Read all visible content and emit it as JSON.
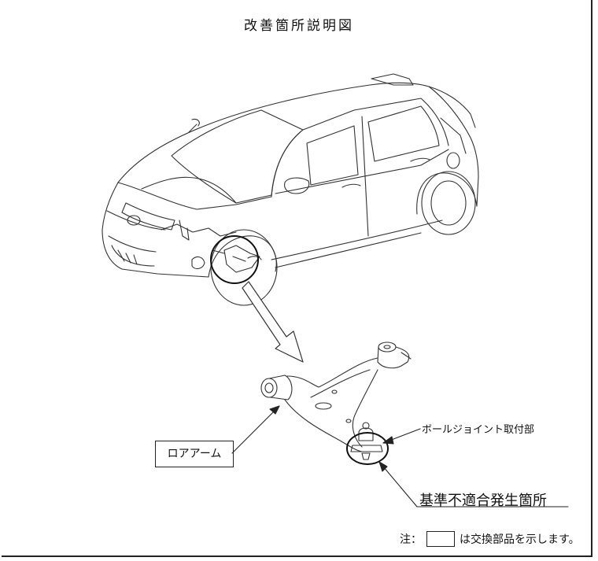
{
  "title": "改善箇所説明図",
  "labels": {
    "lower_arm": "ロアアーム",
    "ball_joint": "ボールジョイント取付部",
    "defect_location": "基準不適合発生箇所"
  },
  "note": {
    "prefix": "注：",
    "text": "は交換部品を示します。"
  }
}
